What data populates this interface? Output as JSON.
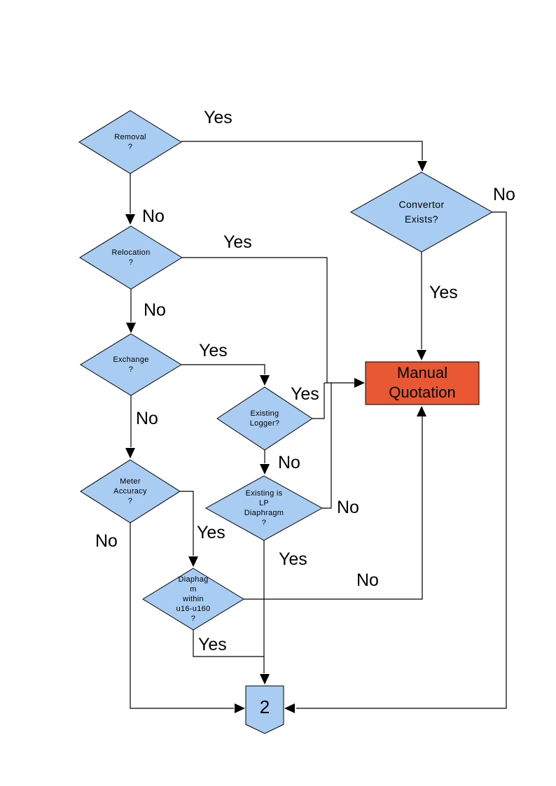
{
  "diagram": {
    "type": "flowchart",
    "colors": {
      "decision_fill": "#A8CCF2",
      "terminal_fill": "#E85832",
      "shape_border": "#000000",
      "connector": "#000000",
      "text": "#000000"
    },
    "nodes": {
      "removal": {
        "label": "Removal\n?",
        "shape": "decision"
      },
      "relocation": {
        "label": "Relocation\n?",
        "shape": "decision"
      },
      "exchange": {
        "label": "Exchange\n?",
        "shape": "decision"
      },
      "meter_accuracy": {
        "label": "Meter\nAccuracy\n?",
        "shape": "decision"
      },
      "existing_logger": {
        "label": "Existing\nLogger?",
        "shape": "decision"
      },
      "existing_lp_diaphragm": {
        "label": "Existing is\nLP\nDiaphragm\n?",
        "shape": "decision"
      },
      "diaphragm_range": {
        "label": "Diaphag\nm\nwithin\nu16-u160\n?",
        "shape": "decision"
      },
      "convertor_exists": {
        "label": "Convertor\nExists?",
        "shape": "decision"
      },
      "manual_quotation": {
        "label": "Manual\nQuotation",
        "shape": "process"
      },
      "connector_2": {
        "label": "2",
        "shape": "off-page-connector"
      }
    },
    "edges": [
      {
        "from": "removal",
        "to": "convertor_exists",
        "label": "Yes"
      },
      {
        "from": "removal",
        "to": "relocation",
        "label": "No"
      },
      {
        "from": "convertor_exists",
        "to": "connector_2",
        "label": "No"
      },
      {
        "from": "convertor_exists",
        "to": "manual_quotation",
        "label": "Yes"
      },
      {
        "from": "relocation",
        "to": "manual_quotation",
        "label": "Yes"
      },
      {
        "from": "relocation",
        "to": "exchange",
        "label": "No"
      },
      {
        "from": "exchange",
        "to": "existing_logger",
        "label": "Yes"
      },
      {
        "from": "exchange",
        "to": "meter_accuracy",
        "label": "No"
      },
      {
        "from": "existing_logger",
        "to": "manual_quotation",
        "label": "Yes"
      },
      {
        "from": "existing_logger",
        "to": "existing_lp_diaphragm",
        "label": "No"
      },
      {
        "from": "existing_lp_diaphragm",
        "to": "manual_quotation",
        "label": "No"
      },
      {
        "from": "existing_lp_diaphragm",
        "to": "connector_2",
        "label": "Yes"
      },
      {
        "from": "meter_accuracy",
        "to": "diaphragm_range",
        "label": "Yes"
      },
      {
        "from": "meter_accuracy",
        "to": "connector_2",
        "label": "No"
      },
      {
        "from": "diaphragm_range",
        "to": "manual_quotation",
        "label": "No"
      },
      {
        "from": "diaphragm_range",
        "to": "connector_2",
        "label": "Yes"
      }
    ]
  }
}
